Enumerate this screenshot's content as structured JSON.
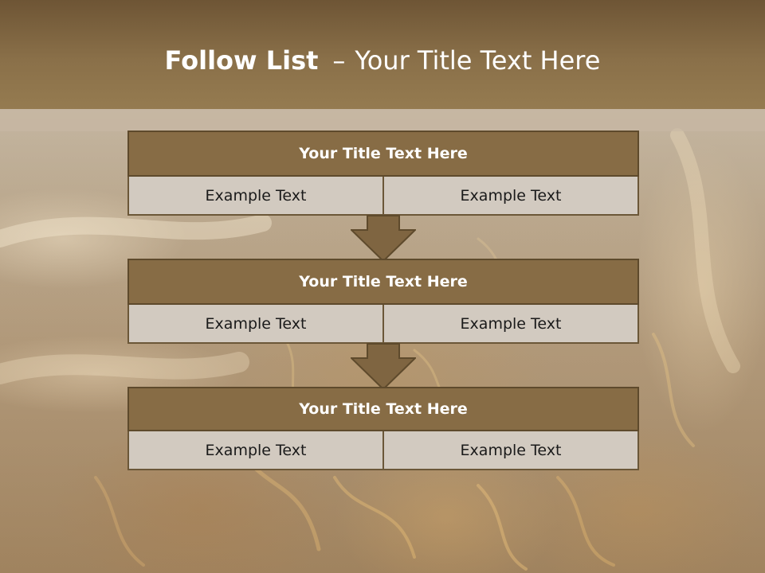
{
  "header": {
    "title_bold": "Follow List",
    "title_dash": "–",
    "title_rest": "Your Title Text Here"
  },
  "blocks": [
    {
      "title": "Your Title Text Here",
      "left": "Example Text",
      "right": "Example Text"
    },
    {
      "title": "Your Title Text Here",
      "left": "Example Text",
      "right": "Example Text"
    },
    {
      "title": "Your Title Text Here",
      "left": "Example Text",
      "right": "Example Text"
    }
  ],
  "colors": {
    "header": "#8a7049",
    "block_title": "#876c45",
    "cell": "#d2cac0",
    "arrow": "#7f6541"
  },
  "icons": [
    "down-arrow-icon",
    "down-arrow-icon"
  ]
}
